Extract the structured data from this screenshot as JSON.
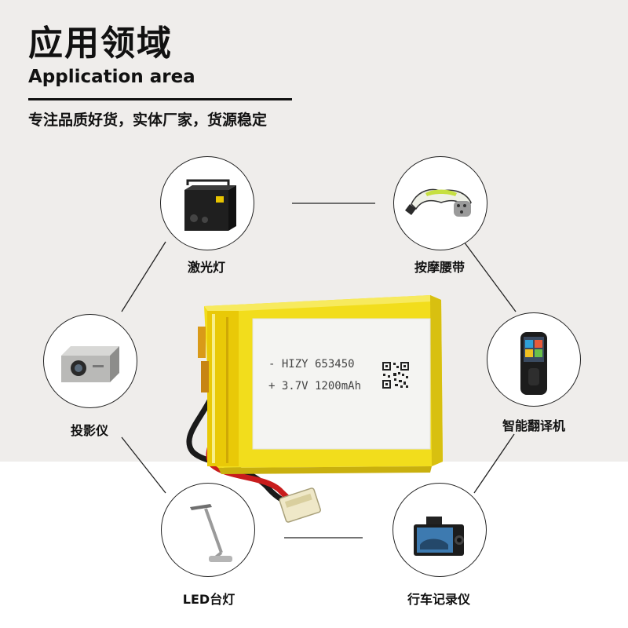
{
  "header": {
    "title_cn": "应用领域",
    "title_en": "Application area",
    "slogan": "专注品质好货，实体厂家，货源稳定"
  },
  "battery": {
    "label_line1": "- HIZY 653450",
    "label_line2": "+ 3.7V 1200mAh"
  },
  "applications": [
    {
      "label": "激光灯",
      "icon": "laser-light-icon"
    },
    {
      "label": "按摩腰带",
      "icon": "massage-belt-icon"
    },
    {
      "label": "投影仪",
      "icon": "projector-icon"
    },
    {
      "label": "智能翻译机",
      "icon": "translator-icon"
    },
    {
      "label": "LED台灯",
      "icon": "desk-lamp-icon"
    },
    {
      "label": "行车记录仪",
      "icon": "dashcam-icon"
    }
  ],
  "colors": {
    "background_top": "#efedeb",
    "battery_yellow": "#f2dd1c",
    "label_white": "#f4f4f2",
    "wire_red": "#c81c1c",
    "wire_black": "#1a1a1a"
  }
}
